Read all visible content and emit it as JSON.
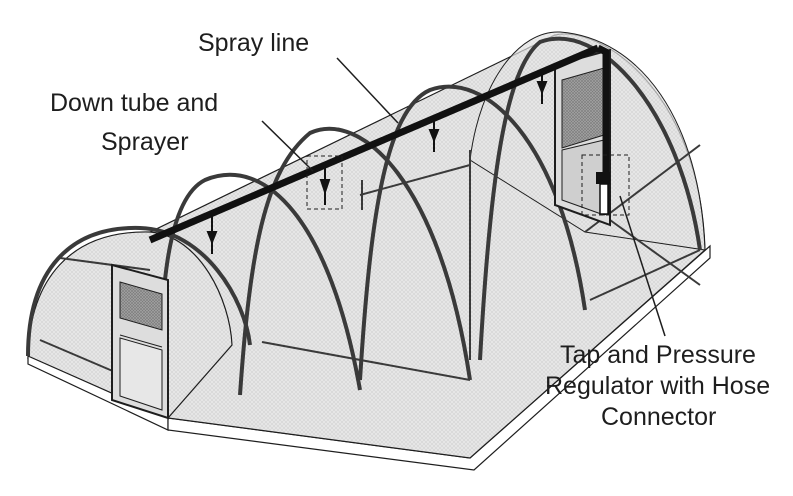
{
  "labels": {
    "spray_line": "Spray line",
    "down_tube": [
      "Down tube and",
      "Sprayer"
    ],
    "tap": [
      "Tap and Pressure",
      "Regulator with Hose",
      "Connector"
    ]
  },
  "colors": {
    "outline": "#1e1e1e",
    "mesh_panel": "#e4e4e4",
    "mesh_panel_dark": "#cfcfcf",
    "floor": "#efefef",
    "frame": "#3a3a3a",
    "pipe": "#111111",
    "door_screen": "#9c9c9c"
  }
}
